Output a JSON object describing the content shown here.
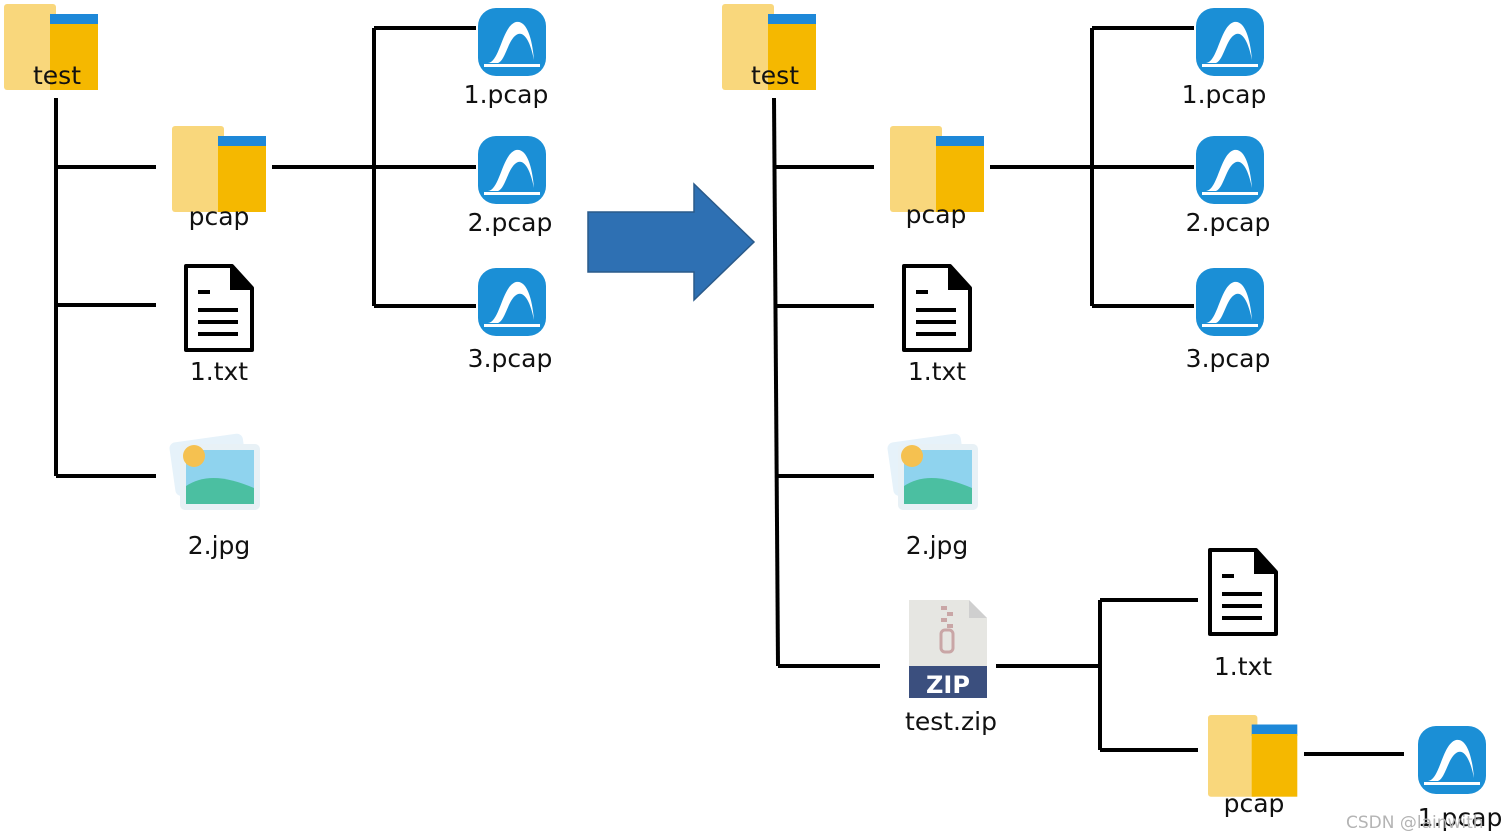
{
  "left_tree": {
    "root": "test",
    "folder": "pcap",
    "folder_files": [
      "1.pcap",
      "2.pcap",
      "3.pcap"
    ],
    "text_file": "1.txt",
    "image_file": "2.jpg"
  },
  "right_tree": {
    "root": "test",
    "folder": "pcap",
    "folder_files": [
      "1.pcap",
      "2.pcap",
      "3.pcap"
    ],
    "text_file": "1.txt",
    "image_file": "2.jpg",
    "zip_file": "test.zip",
    "zip_badge": "ZIP",
    "zip_contents": {
      "text_file": "1.txt",
      "folder": "pcap",
      "folder_file": "1.pcap"
    }
  },
  "watermark": "CSDN @lainwith",
  "colors": {
    "arrow": "#2e70b3",
    "folder_back": "#f9d77c",
    "folder_front": "#f5b800",
    "folder_tab": "#1e88d8",
    "pcap_icon": "#1b8fd6"
  }
}
